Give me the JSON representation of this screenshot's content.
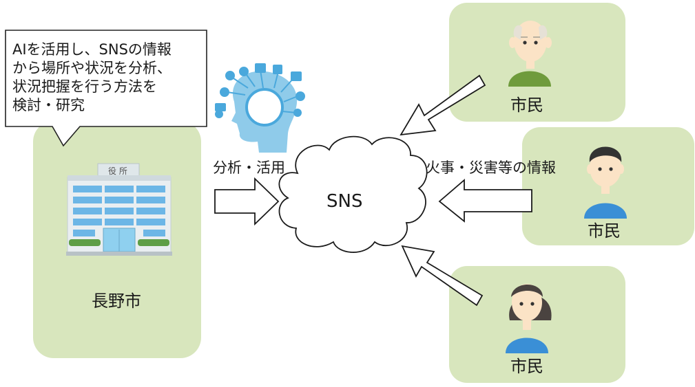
{
  "callout": {
    "text": "AIを活用し、SNSの情報\nから場所や状況を分析、\n状況把握を行う方法を\n検討・研究"
  },
  "city": {
    "sign": "役 所",
    "name": "長野市"
  },
  "ai": {
    "badge": "AI"
  },
  "labels": {
    "analysis": "分析・活用",
    "incident": "火事・災害等の情報"
  },
  "sns": {
    "label": "SNS"
  },
  "citizens": [
    {
      "label": "市民",
      "icon": "elderly-man"
    },
    {
      "label": "市民",
      "icon": "young-man"
    },
    {
      "label": "市民",
      "icon": "woman"
    }
  ],
  "colors": {
    "panel": "#d8e6bd",
    "skin": "#fbe3c6",
    "shirt_green": "#6f9b3c",
    "shirt_blue": "#3a8fd6",
    "ai_blue": "#4aa8dc"
  }
}
